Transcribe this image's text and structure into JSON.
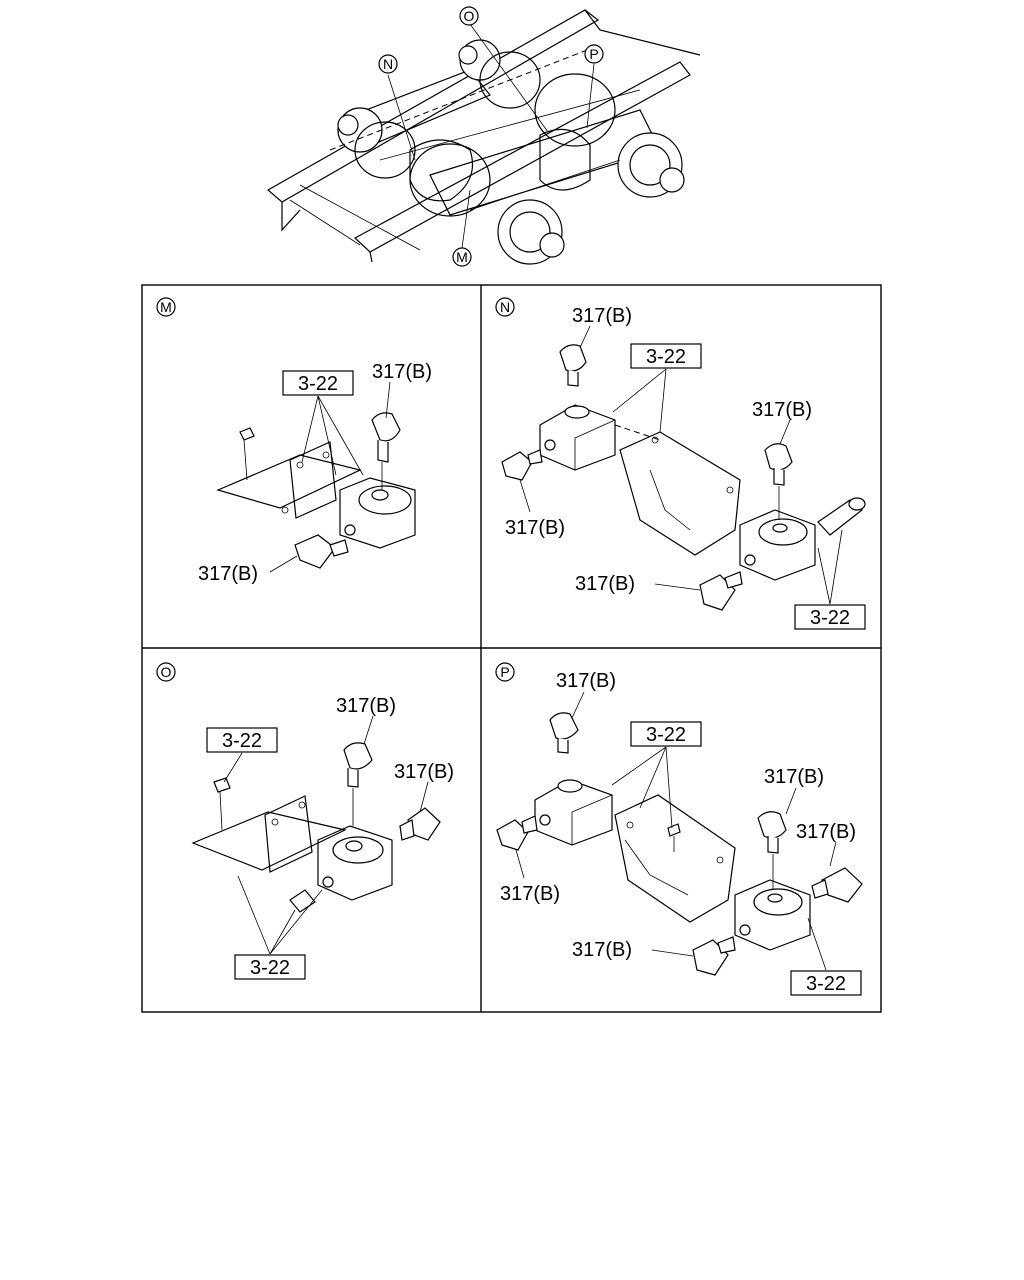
{
  "overview": {
    "callouts": [
      "O",
      "N",
      "P",
      "M"
    ]
  },
  "panels": [
    {
      "id": "M",
      "labels": {
        "ref_box": "3-22",
        "valve_label": "317(B)",
        "left_label": "317(B)"
      }
    },
    {
      "id": "N",
      "labels": {
        "top_label": "317(B)",
        "ref_box_top": "3-22",
        "right_label": "317(B)",
        "left_label": "317(B)",
        "bottom_label": "317(B)",
        "ref_box_bottom": "3-22"
      }
    },
    {
      "id": "O",
      "labels": {
        "ref_box_top": "3-22",
        "valve_label": "317(B)",
        "right_label": "317(B)",
        "ref_box_bottom": "3-22"
      }
    },
    {
      "id": "P",
      "labels": {
        "top_label": "317(B)",
        "ref_box_top": "3-22",
        "right_label_1": "317(B)",
        "right_label_2": "317(B)",
        "left_label": "317(B)",
        "bottom_label": "317(B)",
        "ref_box_bottom": "3-22"
      }
    }
  ]
}
